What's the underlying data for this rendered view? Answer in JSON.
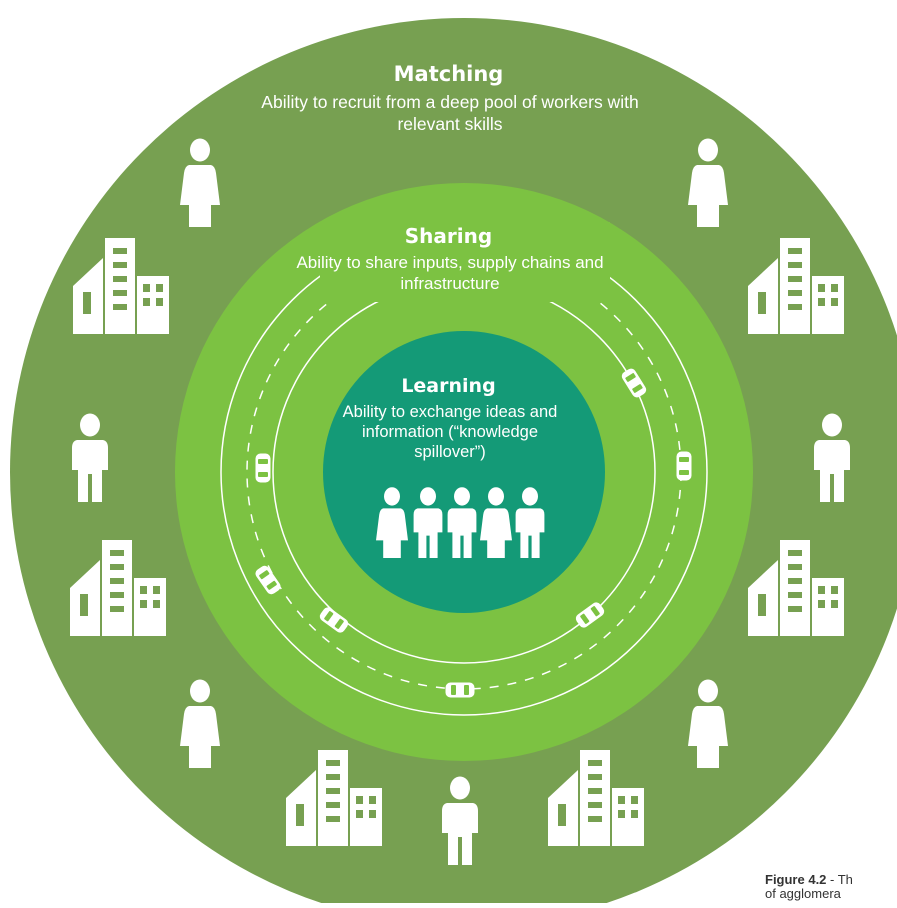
{
  "colors": {
    "outer_ring": "#77a051",
    "middle_ring": "#7cc242",
    "inner_circle": "#149a77",
    "icon": "#ffffff",
    "road_line": "#ffffff"
  },
  "rings": {
    "matching": {
      "title": "Matching",
      "description": "Ability to recruit from a deep pool of workers with relevant skills"
    },
    "sharing": {
      "title": "Sharing",
      "description": "Ability to share inputs, supply chains and infrastructure"
    },
    "learning": {
      "title": "Learning",
      "description": "Ability to exchange ideas and information (“knowledge spillover”)"
    }
  },
  "icons": {
    "outer_ring": [
      "person-icon",
      "building-icon",
      "person-icon",
      "building-icon",
      "person-icon",
      "building-icon"
    ],
    "road": [
      "car-icon"
    ],
    "center": [
      "people-group-icon"
    ]
  },
  "caption": {
    "label": "Figure 4.2",
    "line1": " - Th",
    "line2": "of agglomera"
  }
}
